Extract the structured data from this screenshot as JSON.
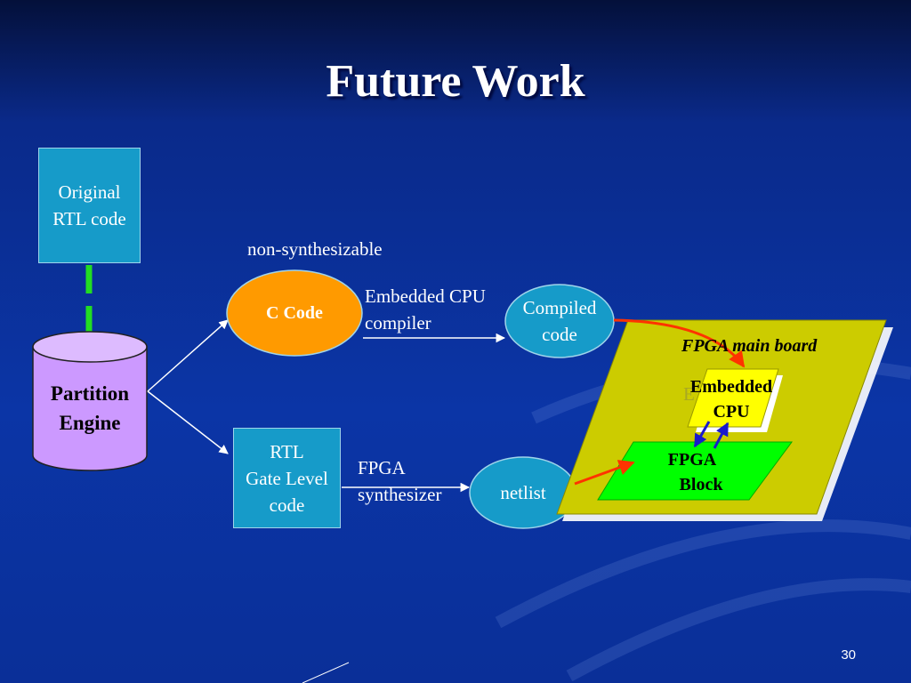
{
  "slide": {
    "title": "Future Work",
    "page_number": "30"
  },
  "diagram": {
    "original_rtl": {
      "line1": "Original",
      "line2": "RTL code"
    },
    "partition_engine": {
      "line1": "Partition",
      "line2": "Engine"
    },
    "non_synth_label": "non-synthesizable",
    "c_code": "C Code",
    "cpu_compiler": {
      "line1": "Embedded CPU",
      "line2": "compiler"
    },
    "compiled_code": {
      "line1": "Compiled",
      "line2": "code"
    },
    "rtl_gate": {
      "line1": "RTL",
      "line2": "Gate Level",
      "line3": "code"
    },
    "fpga_synth": {
      "line1": "FPGA",
      "line2": "synthesizer"
    },
    "netlist": "netlist",
    "fpga_board": "FPGA main board",
    "embedded_cpu": {
      "line1": "Embedded",
      "line2": "CPU"
    },
    "fpga_block": {
      "line1": "FPGA",
      "line2": "Block"
    }
  },
  "colors": {
    "background": "#0b35a6",
    "box_fill": "#169bc9",
    "c_code_fill": "#ff9a00",
    "partition_fill": "#cc99ff",
    "board_fill": "#cccc00",
    "cpu_fill": "#ffff00",
    "fpga_block_fill": "#00ff00",
    "green_arrow": "#22dd22",
    "red_arrow": "#ff3300",
    "blue_arrow": "#1a1acc"
  }
}
